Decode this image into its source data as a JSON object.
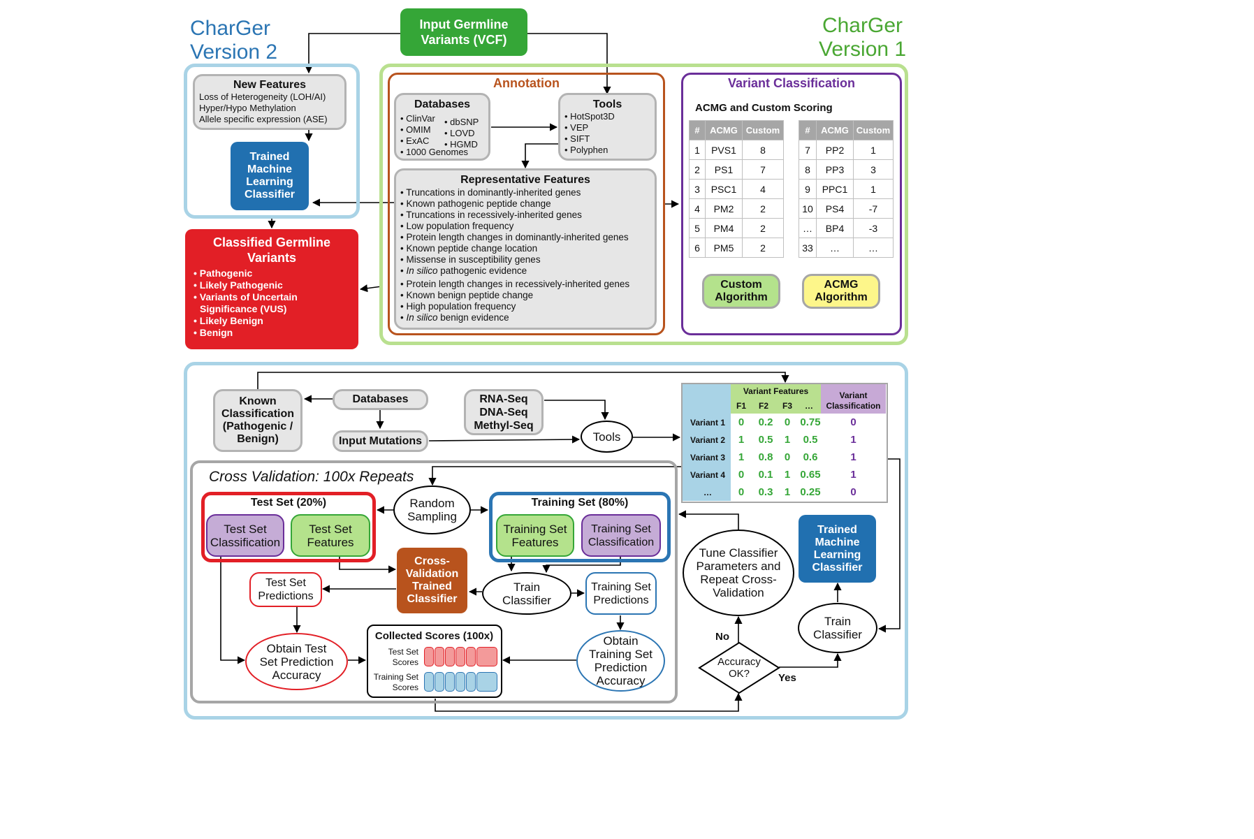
{
  "top": {
    "v2_title_line1": "CharGer",
    "v2_title_line2": "Version 2",
    "v1_title_line1": "CharGer",
    "v1_title_line2": "Version 1",
    "input_line1": "Input Germline",
    "input_line2": "Variants (VCF)",
    "new_features": {
      "title": "New Features",
      "items": [
        "Loss of Heterogeneity (LOH/AI)",
        "Hyper/Hypo Methylation",
        "Allele specific expression (ASE)"
      ]
    },
    "trained_classifier": [
      "Trained",
      "Machine",
      "Learning",
      "Classifier"
    ],
    "classified": {
      "title_line1": "Classified Germline",
      "title_line2": "Variants",
      "items": [
        "• Pathogenic",
        "• Likely Pathogenic",
        "• Variants of Uncertain",
        "Significance (VUS)",
        "• Likely Benign",
        "• Benign"
      ]
    },
    "annotation": {
      "title": "Annotation",
      "databases_title": "Databases",
      "databases_col1": [
        "• ClinVar",
        "• OMIM",
        "• ExAC",
        "• 1000 Genomes"
      ],
      "databases_col2": [
        "• dbSNP",
        "• LOVD",
        "• HGMD"
      ],
      "tools_title": "Tools",
      "tools": [
        "• HotSpot3D",
        "• VEP",
        "• SIFT",
        "• Polyphen"
      ],
      "rep_title": "Representative Features",
      "rep_items": [
        "• Truncations in dominantly-inherited genes",
        "• Known pathogenic peptide change",
        "• Truncations in recessively-inherited genes",
        "• Low population frequency",
        "• Protein length changes in dominantly-inherited genes",
        "• Known peptide change location",
        "• Missense in susceptibility genes",
        "• In silico pathogenic evidence",
        "• Protein length changes in recessively-inherited genes",
        "• Known benign peptide change",
        "• High population frequency",
        "• In silico benign evidence"
      ]
    },
    "variant_classification": {
      "title": "Variant Classification",
      "subtitle": "ACMG and Custom Scoring",
      "headers": [
        "#",
        "ACMG",
        "Custom"
      ],
      "left_rows": [
        [
          "1",
          "PVS1",
          "8"
        ],
        [
          "2",
          "PS1",
          "7"
        ],
        [
          "3",
          "PSC1",
          "4"
        ],
        [
          "4",
          "PM2",
          "2"
        ],
        [
          "5",
          "PM4",
          "2"
        ],
        [
          "6",
          "PM5",
          "2"
        ]
      ],
      "right_rows": [
        [
          "7",
          "PP2",
          "1"
        ],
        [
          "8",
          "PP3",
          "3"
        ],
        [
          "9",
          "PPC1",
          "1"
        ],
        [
          "10",
          "PS4",
          "-7"
        ],
        [
          "…",
          "BP4",
          "-3"
        ],
        [
          "33",
          "…",
          "…"
        ]
      ],
      "custom_algo_line1": "Custom",
      "custom_algo_line2": "Algorithm",
      "acmg_algo_line1": "ACMG",
      "acmg_algo_line2": "Algorithm"
    }
  },
  "bottom": {
    "known_classification": [
      "Known",
      "Classification",
      "(Pathogenic /",
      "Benign)"
    ],
    "databases": "Databases",
    "input_mutations": "Input Mutations",
    "seq_types": [
      "RNA-Seq",
      "DNA-Seq",
      "Methyl-Seq"
    ],
    "tools": "Tools",
    "feature_table": {
      "group_header": "Variant Features",
      "class_header_line1": "Variant",
      "class_header_line2": "Classification",
      "feature_cols": [
        "F1",
        "F2",
        "F3",
        "…"
      ],
      "rows": [
        {
          "label": "Variant 1",
          "values": [
            "0",
            "0.2",
            "0",
            "0.75"
          ],
          "cls": "0"
        },
        {
          "label": "Variant 2",
          "values": [
            "1",
            "0.5",
            "1",
            "0.5"
          ],
          "cls": "1"
        },
        {
          "label": "Variant 3",
          "values": [
            "1",
            "0.8",
            "0",
            "0.6"
          ],
          "cls": "1"
        },
        {
          "label": "Variant 4",
          "values": [
            "0",
            "0.1",
            "1",
            "0.65"
          ],
          "cls": "1"
        },
        {
          "label": "…",
          "values": [
            "0",
            "0.3",
            "1",
            "0.25"
          ],
          "cls": "0"
        }
      ]
    },
    "cv_title": "Cross Validation: 100x Repeats",
    "test_set_title": "Test Set (20%)",
    "test_set_classification": [
      "Test Set",
      "Classification"
    ],
    "test_set_features": [
      "Test Set",
      "Features"
    ],
    "random_sampling": [
      "Random",
      "Sampling"
    ],
    "training_set_title": "Training Set (80%)",
    "training_set_features": [
      "Training Set",
      "Features"
    ],
    "training_set_classification": [
      "Training Set",
      "Classification"
    ],
    "cv_trained_classifier": [
      "Cross-",
      "Validation",
      "Trained",
      "Classifier"
    ],
    "test_set_predictions": [
      "Test Set",
      "Predictions"
    ],
    "train_classifier": [
      "Train",
      "Classifier"
    ],
    "training_set_predictions": [
      "Training Set",
      "Predictions"
    ],
    "obtain_test_accuracy": [
      "Obtain Test",
      "Set Prediction",
      "Accuracy"
    ],
    "collected_scores_title": "Collected Scores (100x)",
    "test_set_scores": [
      "Test Set",
      "Scores"
    ],
    "training_set_scores": [
      "Training Set",
      "Scores"
    ],
    "obtain_training_accuracy": [
      "Obtain",
      "Training Set",
      "Prediction",
      "Accuracy"
    ],
    "tune_classifier": [
      "Tune Classifier",
      "Parameters and",
      "Repeat Cross-",
      "Validation"
    ],
    "final_trained_classifier": [
      "Trained",
      "Machine",
      "Learning",
      "Classifier"
    ],
    "final_train_classifier": [
      "Train",
      "Classifier"
    ],
    "accuracy_ok": [
      "Accuracy",
      "OK?"
    ],
    "no_label": "No",
    "yes_label": "Yes"
  },
  "colors": {
    "v2_blue": "#2b75b3",
    "v1_green": "#4aa733",
    "light_blue_frame": "#a9d3e6",
    "light_green_frame": "#b9e08f",
    "annotation_brown": "#b8531d",
    "variant_purple": "#6a2e99",
    "classified_red": "#e21f26",
    "input_green": "#35a637",
    "classifier_blue": "#2170b0"
  }
}
